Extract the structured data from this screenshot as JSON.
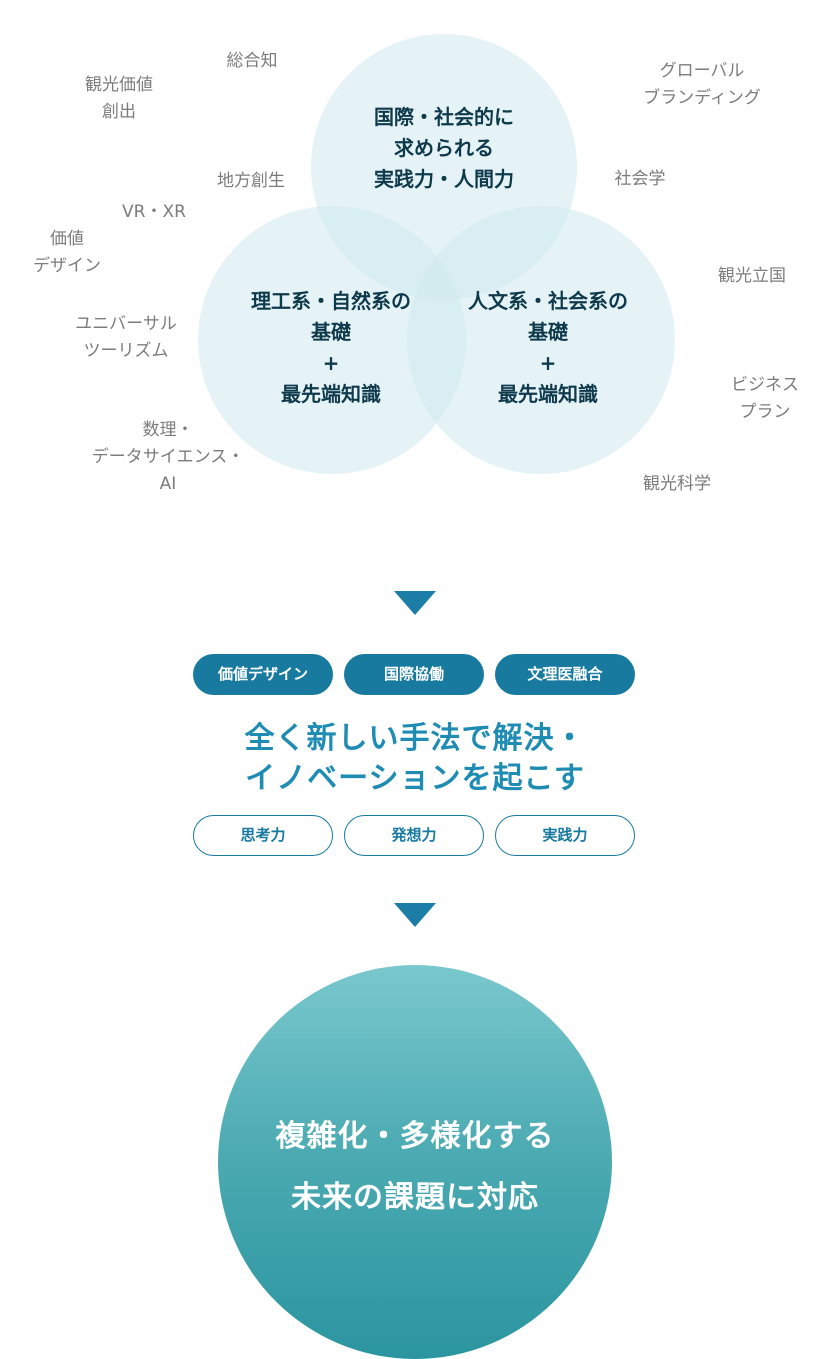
{
  "venn": {
    "top": [
      "国際・社会的に",
      "求められる",
      "実践力・人間力"
    ],
    "left": [
      "理工系・自然系の",
      "基礎",
      "+",
      "最先端知識"
    ],
    "right": [
      "人文系・社会系の",
      "基礎",
      "+",
      "最先端知識"
    ]
  },
  "keywords": {
    "sogochi": "総合知",
    "kanko_kachi": [
      "観光価値",
      "創出"
    ],
    "chiho_sosei": "地方創生",
    "vr_xr": "VR・XR",
    "kachi_design": [
      "価値",
      "デザイン"
    ],
    "universal": [
      "ユニバーサル",
      "ツーリズム"
    ],
    "suri": [
      "数理・",
      "データサイエンス・",
      "AI"
    ],
    "global": [
      "グローバル",
      "ブランディング"
    ],
    "shakaigaku": "社会学",
    "kanko_rikkoku": "観光立国",
    "business": [
      "ビジネス",
      "プラン"
    ],
    "kanko_kagaku": "観光科学"
  },
  "approaches": [
    "価値デザイン",
    "国際協働",
    "文理医融合"
  ],
  "headline": [
    "全く新しい手法で解決・",
    "イノベーションを起こす"
  ],
  "skills": [
    "思考力",
    "発想力",
    "実践力"
  ],
  "goal": [
    "複雑化・多様化する",
    "未来の課題に対応"
  ],
  "colors": {
    "accent": "#187a9f",
    "headline": "#1f8cb3",
    "venn_fill": "#d0e9ee",
    "goal_gradient_top": "#79c8cd",
    "goal_gradient_bottom": "#2b959f"
  }
}
